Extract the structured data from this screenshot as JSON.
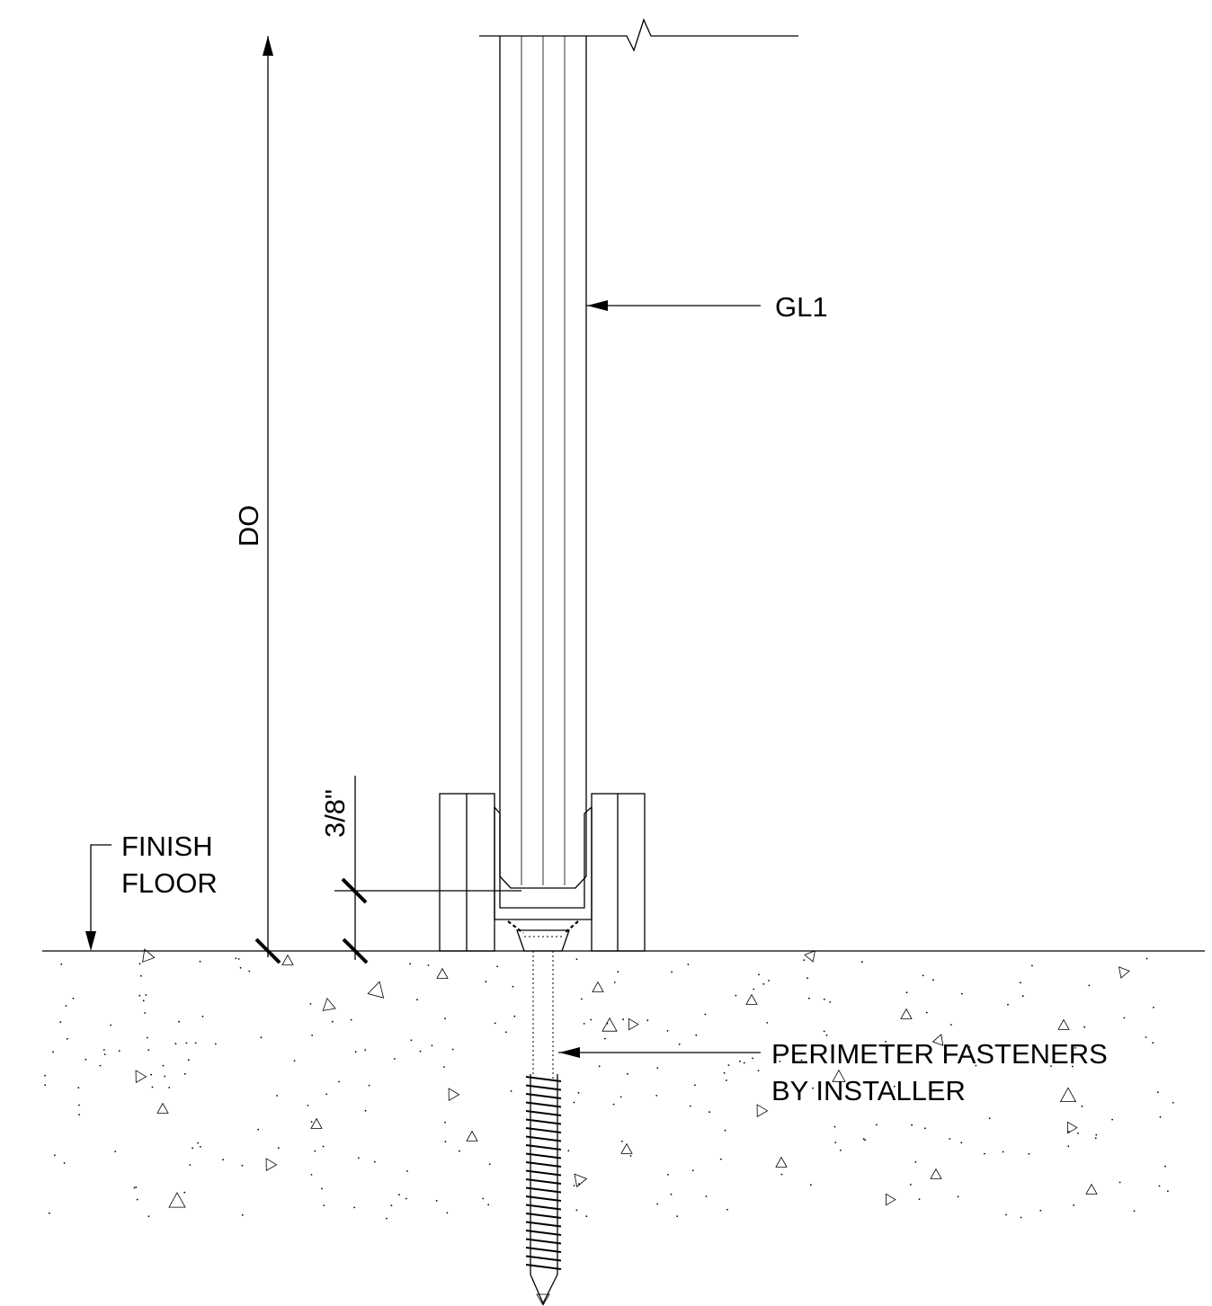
{
  "labels": {
    "glass": "GL1",
    "height_dim": "DO",
    "recess_dim": "3/8\"",
    "floor_line1": "FINISH",
    "floor_line2": "FLOOR",
    "fastener_line1": "PERIMETER FASTENERS",
    "fastener_line2": "BY INSTALLER"
  },
  "colors": {
    "line": "#000000",
    "background": "#ffffff"
  }
}
